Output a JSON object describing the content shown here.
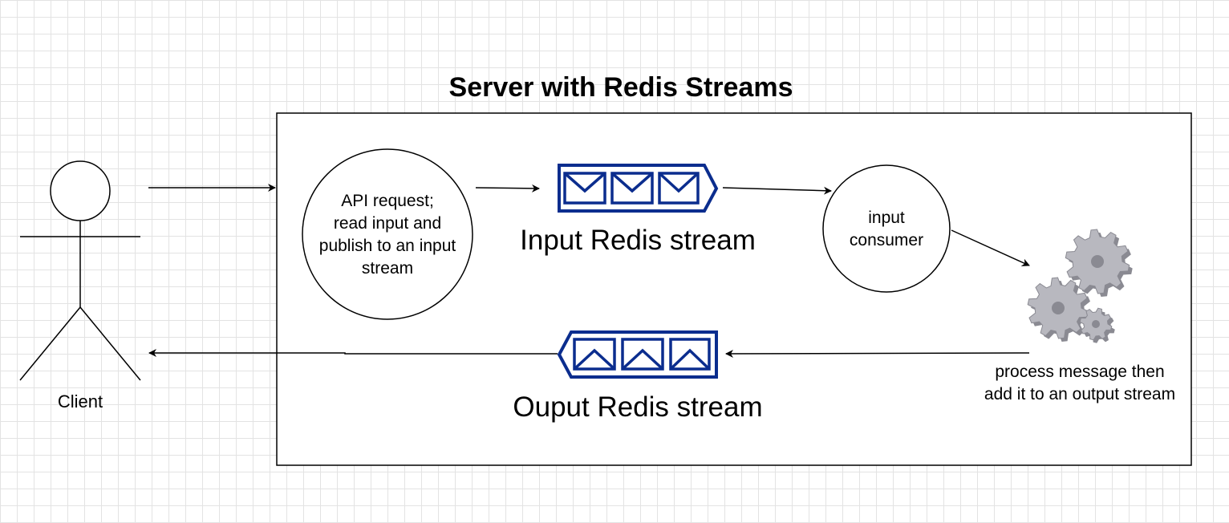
{
  "diagram": {
    "title": "Server with Redis Streams",
    "client_label": "Client",
    "api_label": "API request;\nread input and\npublish to an input\nstream",
    "consumer_label": "input\nconsumer",
    "input_stream_label": "Input Redis stream",
    "output_stream_label": "Ouput Redis stream",
    "process_label": "process message then\nadd it to an output stream"
  },
  "colors": {
    "stream_accent": "#0b2d8e",
    "gear_fill": "#b8b8bf",
    "gear_shadow": "#8a8a92",
    "line": "#000000"
  },
  "icons": [
    "actor-icon",
    "message-queue-icon",
    "message-queue-icon",
    "gears-icon"
  ]
}
